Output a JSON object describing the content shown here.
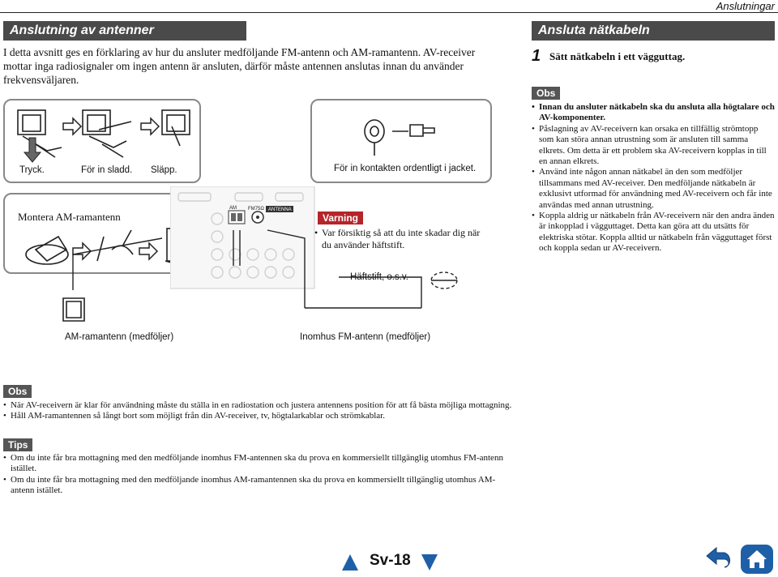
{
  "header": {
    "section_label": "Anslutningar"
  },
  "antennas": {
    "title": "Anslutning av antenner",
    "intro": "I detta avsnitt ges en förklaring av hur du ansluter medföljande FM-antenn och AM-ramantenn. AV-receiver mottar inga radiosignaler om ingen antenn är ansluten, därför måste antennen anslutas innan du använder frekvensväljaren.",
    "steps": [
      "Tryck.",
      "För in sladd.",
      "Släpp."
    ],
    "am_mount_title": "Montera AM-ramantenn",
    "fm_push_label": "För in kontakten ordentligt i jacket.",
    "panel": {
      "am_label": "AM",
      "fm_label": "FM75Ω",
      "antenna_label": "ANTENNA"
    },
    "caution_tag": "Varning",
    "caution_text": "Var försiktig så att du inte skadar dig när du använder häftstift.",
    "pin_label": "Häftstift, o.s.v.",
    "am_antenna_label": "AM-ramantenn (medföljer)",
    "fm_antenna_label": "Inomhus FM-antenn (medföljer)"
  },
  "notes": {
    "tag": "Obs",
    "items": [
      "När AV-receivern är klar för användning måste du ställa in en radiostation och justera antennens position för att få bästa möjliga mottagning.",
      "Håll AM-ramantennen så långt bort som möjligt från din AV-receiver, tv, högtalarkablar och strömkablar."
    ]
  },
  "tips": {
    "tag": "Tips",
    "items": [
      "Om du inte får bra mottagning med den medföljande inomhus FM-antennen ska du prova en kommersiellt tillgänglig utomhus FM-antenn istället.",
      "Om du inte får bra mottagning med den medföljande inomhus AM-ramantennen ska du prova en kommersiellt tillgänglig utomhus AM-antenn istället."
    ]
  },
  "power": {
    "title": "Ansluta nätkabeln",
    "step_number": "1",
    "step_text": "Sätt nätkabeln i ett vägguttag.",
    "tag": "Obs",
    "items": [
      "Innan du ansluter nätkabeln ska du ansluta alla högtalare och AV-komponenter.",
      "Påslagning av AV-receivern kan orsaka en tillfällig strömtopp som kan störa annan utrustning som är ansluten till samma elkrets. Om detta är ett problem ska AV-receivern kopplas in till en annan elkrets.",
      "Använd inte någon annan nätkabel än den som medföljer tillsammans med AV-receiver. Den medföljande nätkabeln är exklusivt utformad för användning med AV-receivern och får inte användas med annan utrustning.",
      "Koppla aldrig ur nätkabeln från AV-receivern när den andra änden är inkopplad i vägguttaget. Detta kan göra att du utsätts för elektriska stötar. Koppla alltid ur nätkabeln från vägguttaget först och koppla sedan ur AV-receivern."
    ]
  },
  "footer": {
    "page_label": "Sv-18"
  },
  "colors": {
    "bar": "#4a4a4a",
    "nav_blue": "#1f5fa8",
    "caution_red": "#b5252a"
  }
}
